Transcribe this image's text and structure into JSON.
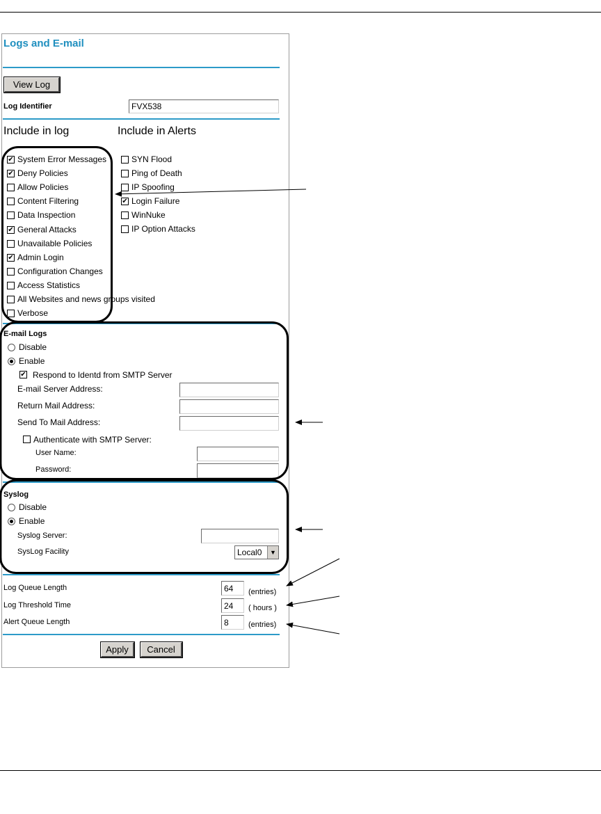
{
  "page": {
    "title": "Logs and E-mail",
    "view_log_label": "View Log",
    "log_identifier_label": "Log Identifier",
    "log_identifier_value": "FVX538"
  },
  "include_in_log": {
    "header": "Include in log",
    "items": [
      {
        "label": "System Error Messages",
        "checked": true
      },
      {
        "label": "Deny Policies",
        "checked": true
      },
      {
        "label": "Allow Policies",
        "checked": false
      },
      {
        "label": "Content Filtering",
        "checked": false
      },
      {
        "label": "Data Inspection",
        "checked": false
      },
      {
        "label": "General Attacks",
        "checked": true
      },
      {
        "label": "Unavailable Policies",
        "checked": false
      },
      {
        "label": "Admin Login",
        "checked": true
      },
      {
        "label": "Configuration Changes",
        "checked": false
      },
      {
        "label": "Access Statistics",
        "checked": false
      },
      {
        "label": "All Websites and news groups visited",
        "checked": false
      },
      {
        "label": "Verbose",
        "checked": false
      }
    ]
  },
  "include_in_alerts": {
    "header": "Include in Alerts",
    "items": [
      {
        "label": "SYN Flood",
        "checked": false
      },
      {
        "label": "Ping of Death",
        "checked": false
      },
      {
        "label": "IP Spoofing",
        "checked": false
      },
      {
        "label": "Login Failure",
        "checked": true
      },
      {
        "label": "WinNuke",
        "checked": false
      },
      {
        "label": "IP Option Attacks",
        "checked": false
      }
    ]
  },
  "email_logs": {
    "header": "E-mail Logs",
    "disable_label": "Disable",
    "enable_label": "Enable",
    "selected": "Enable",
    "respond_label": "Respond to Identd from SMTP Server",
    "respond_checked": true,
    "server_address_label": "E-mail Server Address:",
    "return_address_label": "Return Mail Address:",
    "send_to_label": "Send To Mail Address:",
    "authenticate_label": "Authenticate with SMTP Server:",
    "authenticate_checked": false,
    "username_label": "User Name:",
    "password_label": "Password:"
  },
  "syslog": {
    "header": "Syslog",
    "disable_label": "Disable",
    "enable_label": "Enable",
    "selected": "Enable",
    "server_label": "Syslog Server:",
    "facility_label": "SysLog Facility",
    "facility_value": "Local0"
  },
  "queues": {
    "log_queue_label": "Log Queue Length",
    "log_queue_value": "64",
    "log_queue_unit": "(entries)",
    "threshold_label": "Log Threshold Time",
    "threshold_value": "24",
    "threshold_unit": "( hours )",
    "alert_queue_label": "Alert Queue Length",
    "alert_queue_value": "8",
    "alert_queue_unit": "(entries)"
  },
  "actions": {
    "apply_label": "Apply",
    "cancel_label": "Cancel"
  },
  "colors": {
    "title": "#1f8fbf",
    "rule": "#2c9ac8",
    "button_face": "#d6d3ce"
  }
}
